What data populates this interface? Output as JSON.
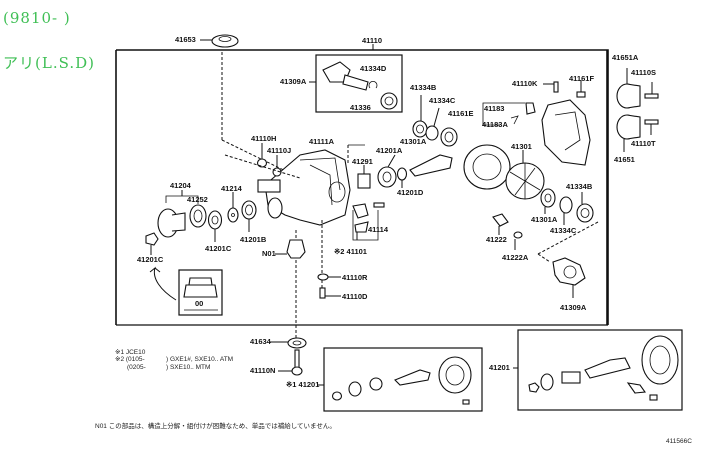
{
  "header": {
    "model_range": "(9810-      )",
    "variant": "アリ(L.S.D)"
  },
  "main_assembly_label": "41110",
  "labels": {
    "p41653": "41653",
    "p41309A_top": "41309A",
    "p41334D": "41334D",
    "p41336": "41336",
    "p41334B_top": "41334B",
    "p41334C_top": "41334C",
    "p41161E": "41161E",
    "p41183": "41183",
    "p41183A": "41183A",
    "p41110K": "41110K",
    "p41161F": "41161F",
    "p41651A": "41651A",
    "p41110S": "41110S",
    "p41110T": "41110T",
    "p41651": "41651",
    "p41110H": "41110H",
    "p41110J": "41110J",
    "p41111A": "41111A",
    "p41301A_top": "41301A",
    "p41301": "41301",
    "p41291": "41291",
    "p41201A": "41201A",
    "p41201D": "41201D",
    "p41204": "41204",
    "p41214": "41214",
    "p41252": "41252",
    "p41201C_mid": "41201C",
    "p41201B": "41201B",
    "p41201C_left": "41201C",
    "pN01": "N01",
    "p41114": "41114",
    "p41101": "※2 41101",
    "p41110R": "41110R",
    "p41110D": "41110D",
    "p41301A_low": "41301A",
    "p41334C_low": "41334C",
    "p41334B_low": "41334B",
    "p41222": "41222",
    "p41222A": "41222A",
    "p41309A_low": "41309A",
    "p41634": "41634",
    "p41110N": "41110N",
    "p41201_left": "※1 41201",
    "p41201_right": "41201",
    "inset_label": "00"
  },
  "notes": {
    "line1": "※1 JCE10",
    "line2_a": "※2 (0105-",
    "line2_b": ") GXE1#, SXE10.. ATM",
    "line3_a": "(0205-",
    "line3_b": ") SXE10.. MTM",
    "footnote": "N01 この部品は、構造上分解・組付けが困難なため、単品では補給していません。",
    "figure_code": "411566C"
  }
}
